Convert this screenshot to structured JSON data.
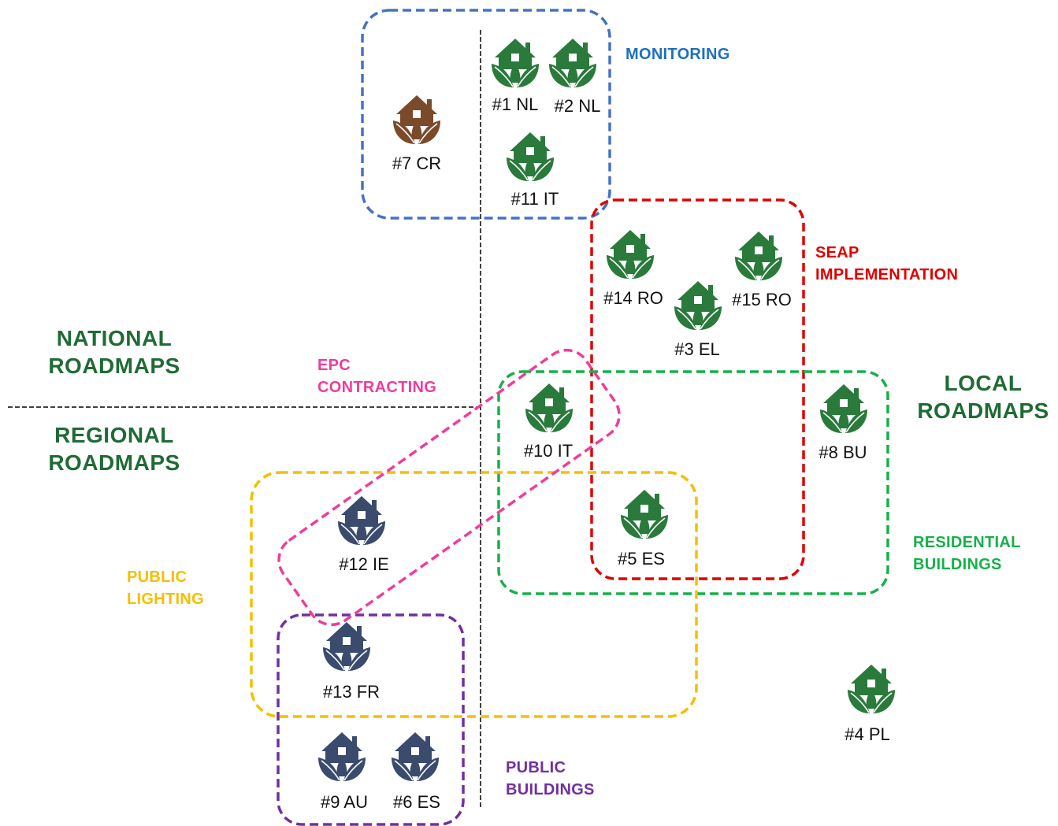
{
  "colors": {
    "green_house": "#2a7a3b",
    "navy_house": "#3a4b6e",
    "brown_house": "#7a4a2a",
    "axis_text": "#1f6b35",
    "monitoring": "#4472c4",
    "seap": "#e00000",
    "residential": "#17b04a",
    "epc": "#f03c9a",
    "lighting": "#f5bf00",
    "public_buildings": "#7030a0"
  },
  "axes": {
    "national": [
      "NATIONAL",
      "ROADMAPS"
    ],
    "regional": [
      "REGIONAL",
      "ROADMAPS"
    ],
    "local": [
      "LOCAL",
      "ROADMAPS"
    ]
  },
  "categories": {
    "monitoring": [
      "MONITORING"
    ],
    "seap": [
      "SEAP",
      "IMPLEMENTATION"
    ],
    "epc": [
      "EPC",
      "CONTRACTING"
    ],
    "residential": [
      "RESIDENTIAL",
      "BUILDINGS"
    ],
    "lighting": [
      "PUBLIC",
      "LIGHTING"
    ],
    "public_buildings": [
      "PUBLIC",
      "BUILDINGS"
    ]
  },
  "pilots": [
    {
      "id": "p1",
      "label": "#1 NL",
      "icon": "house-leaf-icon",
      "color": "green"
    },
    {
      "id": "p2",
      "label": "#2 NL",
      "icon": "house-leaf-icon",
      "color": "green"
    },
    {
      "id": "p7",
      "label": "#7 CR",
      "icon": "house-leaf-icon",
      "color": "brown"
    },
    {
      "id": "p11",
      "label": "#11 IT",
      "icon": "house-leaf-icon",
      "color": "green"
    },
    {
      "id": "p14",
      "label": "#14 RO",
      "icon": "house-leaf-icon",
      "color": "green"
    },
    {
      "id": "p15",
      "label": "#15 RO",
      "icon": "house-leaf-icon",
      "color": "green"
    },
    {
      "id": "p3",
      "label": "#3 EL",
      "icon": "house-leaf-icon",
      "color": "green"
    },
    {
      "id": "p10",
      "label": "#10 IT",
      "icon": "house-leaf-icon",
      "color": "green"
    },
    {
      "id": "p8",
      "label": "#8 BU",
      "icon": "house-leaf-icon",
      "color": "green"
    },
    {
      "id": "p5",
      "label": "#5 ES",
      "icon": "house-leaf-icon",
      "color": "green"
    },
    {
      "id": "p12",
      "label": "#12 IE",
      "icon": "house-leaf-icon",
      "color": "navy"
    },
    {
      "id": "p13",
      "label": "#13 FR",
      "icon": "house-leaf-icon",
      "color": "navy"
    },
    {
      "id": "p9",
      "label": "#9 AU",
      "icon": "house-leaf-icon",
      "color": "navy"
    },
    {
      "id": "p6",
      "label": "#6 ES",
      "icon": "house-leaf-icon",
      "color": "navy"
    },
    {
      "id": "p4",
      "label": "#4 PL",
      "icon": "house-leaf-icon",
      "color": "green"
    }
  ]
}
